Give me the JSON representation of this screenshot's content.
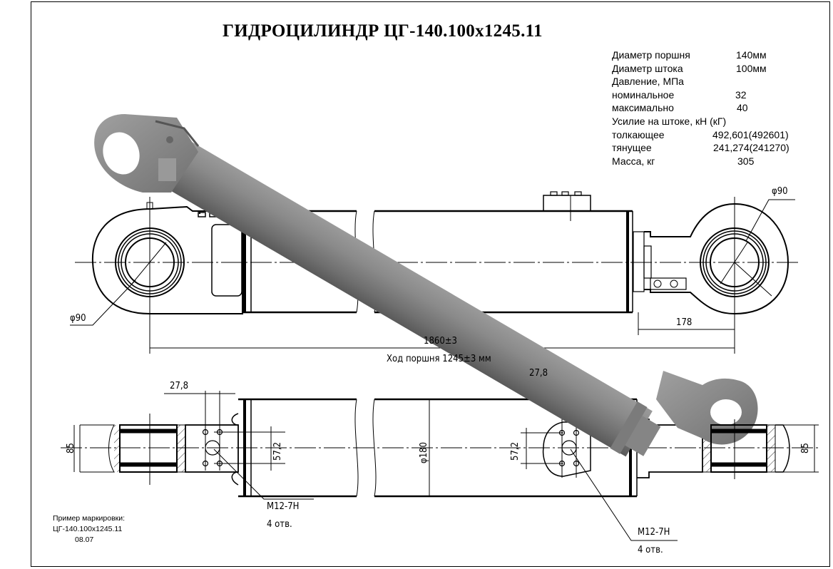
{
  "title": "ГИДРОЦИЛИНДР ЦГ-140.100x1245.11",
  "specs": [
    {
      "label": "Диаметр поршня",
      "value": "140мм"
    },
    {
      "label": "Диаметр штока",
      "value": "100мм"
    },
    {
      "label": "Давление, МПа",
      "value": ""
    },
    {
      "label": "номинальное",
      "value": "32"
    },
    {
      "label": "максимально",
      "value": "40"
    },
    {
      "label": "Усилие на штоке, кН (кГ)",
      "value": ""
    },
    {
      "label": "толкающее",
      "value": "492,601(492601)"
    },
    {
      "label": "тянущее",
      "value": "241,274(241270)"
    },
    {
      "label": "Масса, кг",
      "value": "305"
    }
  ],
  "marking": {
    "caption": "Пример маркировки:",
    "code": "ЦГ-140.100x1245.11",
    "date": "08.07"
  },
  "dimensions": {
    "eye_diameter_left": "φ90",
    "eye_diameter_right": "φ90",
    "eye_length": "178",
    "overall_length": "1860±3",
    "stroke": "Ход поршня 1245±3 мм",
    "port_spacing_left": "27,8",
    "port_spacing_right": "27,8",
    "port_bolt_left": "57,2",
    "port_bolt_right": "57,2",
    "eye_width_left": "85",
    "eye_width_right": "85",
    "barrel_diameter": "φ180",
    "thread_left": "М12-7Н",
    "holes_left": "4 отв.",
    "thread_right": "М12-7Н",
    "holes_right": "4 отв."
  }
}
